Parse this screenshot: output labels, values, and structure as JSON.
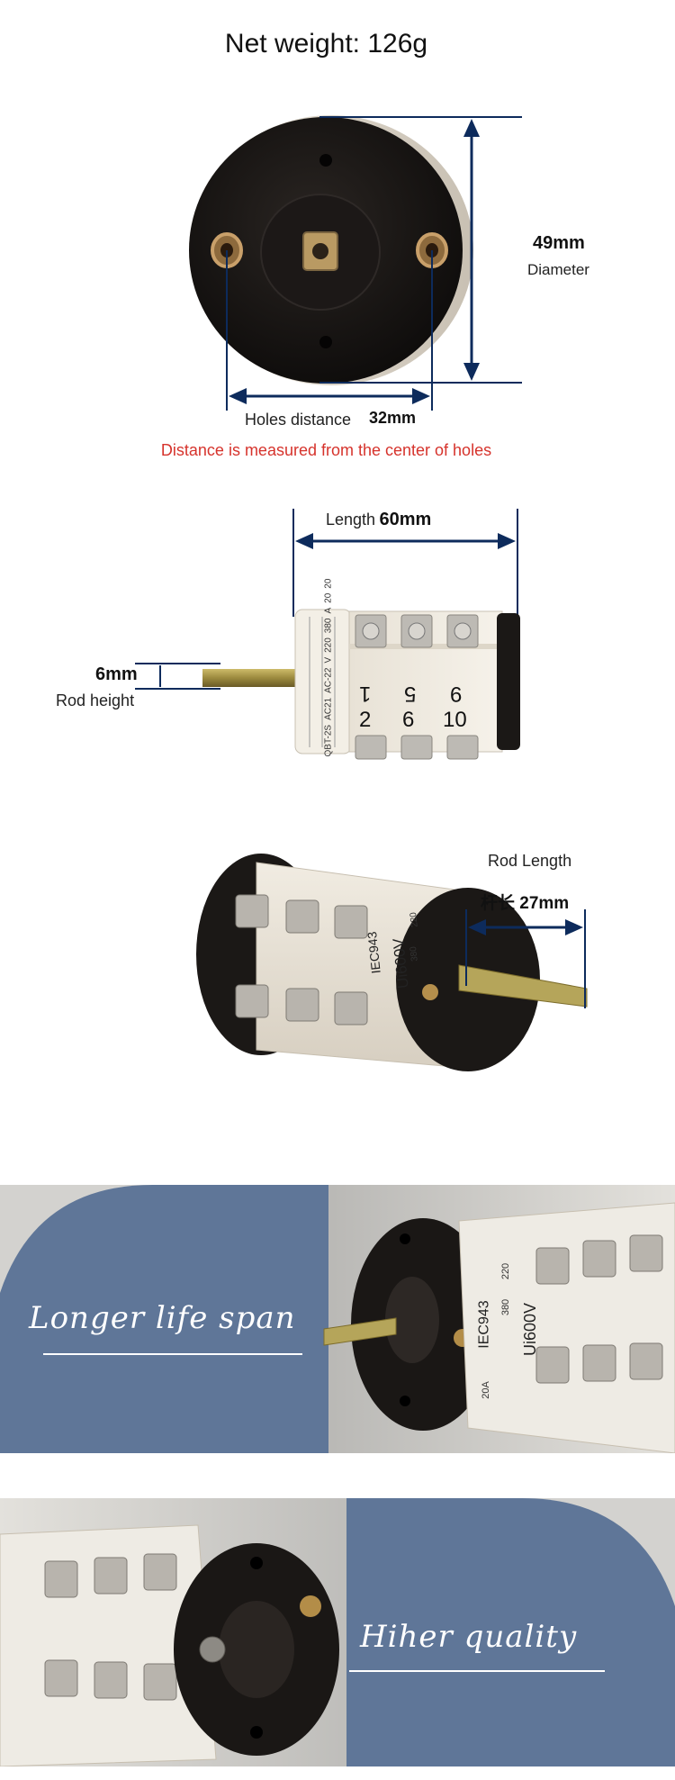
{
  "net_weight": "Net weight: 126g",
  "top_view": {
    "diameter_value": "49mm",
    "diameter_label": "Diameter",
    "holes_label": "Holes distance",
    "holes_value": "32mm",
    "note": "Distance is measured from the center of holes"
  },
  "side_view": {
    "length_label": "Length",
    "length_value": "60mm",
    "rod_height_value": "6mm",
    "rod_height_label": "Rod height",
    "deck_numbers": [
      "1",
      "5",
      "9",
      "2",
      "6",
      "10"
    ],
    "label_texts": [
      "QBT-2S",
      "AC21",
      "AC-22",
      "V",
      "220",
      "380",
      "A",
      "20",
      "20"
    ]
  },
  "rod_view": {
    "rod_length_label": "Rod Length",
    "rod_length_value": "杆长 27mm",
    "body_texts": [
      "Ui600V",
      "IEC943",
      "220",
      "380"
    ]
  },
  "banner1": {
    "text": "Longer life span",
    "body_texts": [
      "Ui600V",
      "IEC943",
      "220",
      "380",
      "20A"
    ],
    "color": "#5f7698"
  },
  "banner2": {
    "text": "Hiher quality",
    "color": "#5f7698"
  }
}
